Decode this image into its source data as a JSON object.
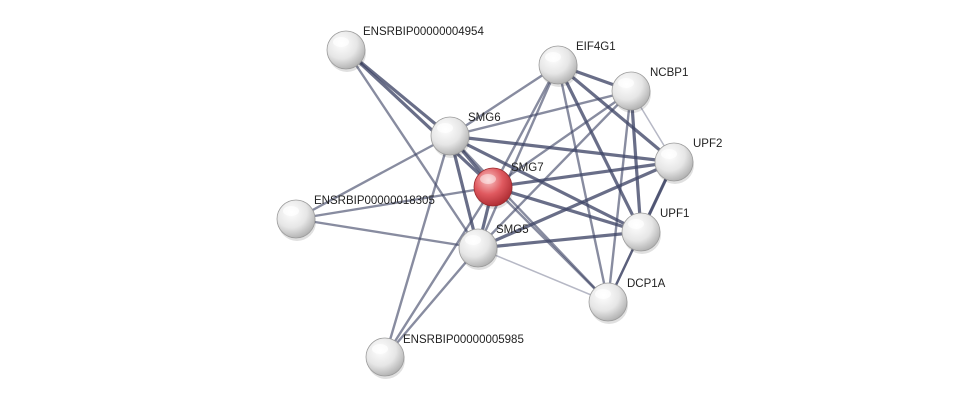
{
  "colors": {
    "query_node": "#e05a60",
    "node": "#e2e2e2",
    "edge": "#3f4566",
    "label": "#222222",
    "background": "#ffffff"
  },
  "nodes": [
    {
      "id": "ENSRBIP00000004954",
      "label": "ENSRBIP00000004954",
      "query": false
    },
    {
      "id": "EIF4G1",
      "label": "EIF4G1",
      "query": false
    },
    {
      "id": "NCBP1",
      "label": "NCBP1",
      "query": false
    },
    {
      "id": "SMG6",
      "label": "SMG6",
      "query": false
    },
    {
      "id": "UPF2",
      "label": "UPF2",
      "query": false
    },
    {
      "id": "SMG7",
      "label": "SMG7",
      "query": true
    },
    {
      "id": "ENSRBIP00000018305",
      "label": "ENSRBIP00000018305",
      "query": false
    },
    {
      "id": "UPF1",
      "label": "UPF1",
      "query": false
    },
    {
      "id": "SMG5",
      "label": "SMG5",
      "query": false
    },
    {
      "id": "DCP1A",
      "label": "DCP1A",
      "query": false
    },
    {
      "id": "ENSRBIP00000005985",
      "label": "ENSRBIP00000005985",
      "query": false
    }
  ],
  "edges": [
    {
      "source": "ENSRBIP00000004954",
      "target": "SMG6",
      "strength": 3
    },
    {
      "source": "ENSRBIP00000004954",
      "target": "SMG7",
      "strength": 3
    },
    {
      "source": "ENSRBIP00000004954",
      "target": "SMG5",
      "strength": 2
    },
    {
      "source": "EIF4G1",
      "target": "NCBP1",
      "strength": 3
    },
    {
      "source": "EIF4G1",
      "target": "UPF2",
      "strength": 3
    },
    {
      "source": "EIF4G1",
      "target": "UPF1",
      "strength": 3
    },
    {
      "source": "EIF4G1",
      "target": "SMG6",
      "strength": 2
    },
    {
      "source": "EIF4G1",
      "target": "SMG7",
      "strength": 2
    },
    {
      "source": "EIF4G1",
      "target": "SMG5",
      "strength": 2
    },
    {
      "source": "EIF4G1",
      "target": "DCP1A",
      "strength": 2
    },
    {
      "source": "NCBP1",
      "target": "UPF2",
      "strength": 1
    },
    {
      "source": "NCBP1",
      "target": "UPF1",
      "strength": 3
    },
    {
      "source": "NCBP1",
      "target": "SMG6",
      "strength": 2
    },
    {
      "source": "NCBP1",
      "target": "SMG7",
      "strength": 2
    },
    {
      "source": "NCBP1",
      "target": "SMG5",
      "strength": 2
    },
    {
      "source": "NCBP1",
      "target": "DCP1A",
      "strength": 2
    },
    {
      "source": "SMG6",
      "target": "SMG7",
      "strength": 3
    },
    {
      "source": "SMG6",
      "target": "SMG5",
      "strength": 3
    },
    {
      "source": "SMG6",
      "target": "UPF1",
      "strength": 3
    },
    {
      "source": "SMG6",
      "target": "UPF2",
      "strength": 3
    },
    {
      "source": "SMG6",
      "target": "ENSRBIP00000018305",
      "strength": 2
    },
    {
      "source": "SMG6",
      "target": "ENSRBIP00000005985",
      "strength": 2
    },
    {
      "source": "SMG6",
      "target": "DCP1A",
      "strength": 2
    },
    {
      "source": "SMG7",
      "target": "SMG5",
      "strength": 3
    },
    {
      "source": "SMG7",
      "target": "UPF1",
      "strength": 3
    },
    {
      "source": "SMG7",
      "target": "UPF2",
      "strength": 3
    },
    {
      "source": "SMG7",
      "target": "ENSRBIP00000018305",
      "strength": 2
    },
    {
      "source": "SMG7",
      "target": "ENSRBIP00000005985",
      "strength": 2
    },
    {
      "source": "SMG7",
      "target": "DCP1A",
      "strength": 2
    },
    {
      "source": "SMG5",
      "target": "UPF1",
      "strength": 3
    },
    {
      "source": "SMG5",
      "target": "UPF2",
      "strength": 3
    },
    {
      "source": "SMG5",
      "target": "ENSRBIP00000018305",
      "strength": 2
    },
    {
      "source": "SMG5",
      "target": "ENSRBIP00000005985",
      "strength": 2
    },
    {
      "source": "SMG5",
      "target": "DCP1A",
      "strength": 1
    },
    {
      "source": "UPF1",
      "target": "UPF2",
      "strength": 3
    },
    {
      "source": "UPF1",
      "target": "DCP1A",
      "strength": 2
    },
    {
      "source": "UPF2",
      "target": "DCP1A",
      "strength": 2
    }
  ]
}
